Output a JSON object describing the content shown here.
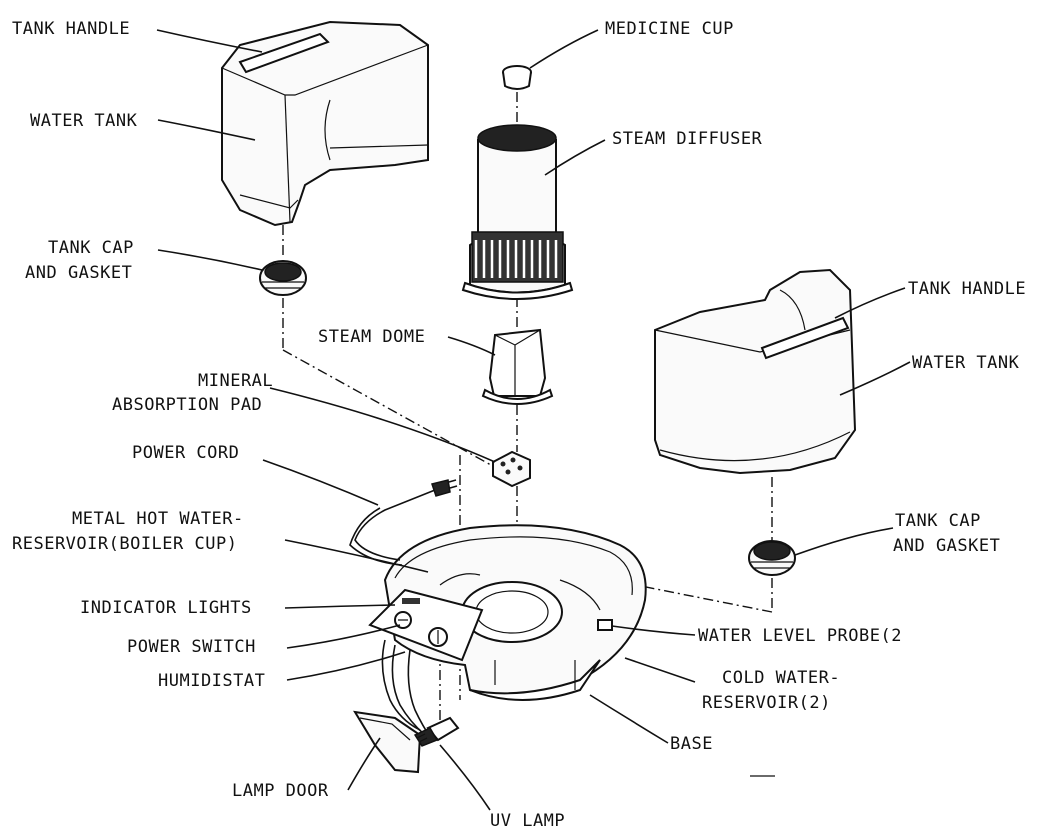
{
  "labels": {
    "tank_handle_left": "TANK HANDLE",
    "water_tank_left": "WATER TANK",
    "tank_cap_left_1": "TANK CAP",
    "tank_cap_left_2": "AND GASKET",
    "medicine_cup": "MEDICINE CUP",
    "steam_diffuser": "STEAM DIFFUSER",
    "steam_dome": "STEAM DOME",
    "mineral_pad_1": "MINERAL",
    "mineral_pad_2": "ABSORPTION PAD",
    "power_cord": "POWER CORD",
    "metal_hot_water_1": "METAL HOT WATER-",
    "metal_hot_water_2": "RESERVOIR(BOILER CUP)",
    "indicator_lights": "INDICATOR LIGHTS",
    "power_switch": "POWER SWITCH",
    "humidistat": "HUMIDISTAT",
    "lamp_door": "LAMP DOOR",
    "uv_lamp": "UV LAMP",
    "tank_handle_right": "TANK HANDLE",
    "water_tank_right": "WATER TANK",
    "tank_cap_right_1": "TANK CAP",
    "tank_cap_right_2": "AND GASKET",
    "water_level_probe": "WATER LEVEL PROBE(2",
    "cold_water_1": "COLD WATER-",
    "cold_water_2": "RESERVOIR(2)",
    "base": "BASE"
  }
}
